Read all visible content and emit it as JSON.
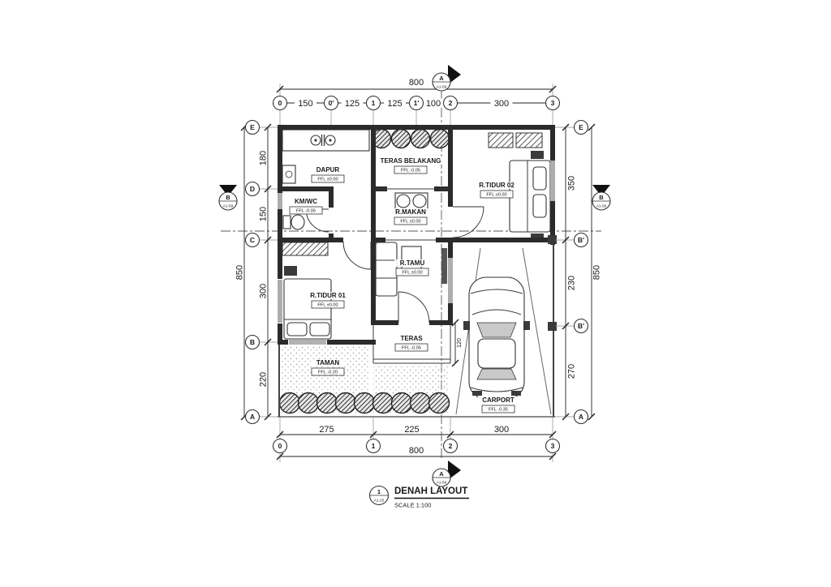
{
  "titleblock": {
    "number": "1",
    "sheet": "A1-25",
    "title": "DENAH LAYOUT",
    "scale": "SCALE 1:100"
  },
  "sections": {
    "a": {
      "letter": "A",
      "sheet": "A1-58"
    },
    "b": {
      "letter": "B",
      "sheet": "A1-59"
    }
  },
  "grid": {
    "top": [
      "0",
      "0'",
      "1",
      "1'",
      "2",
      "3"
    ],
    "bottom": [
      "0",
      "1",
      "2",
      "3"
    ],
    "left": [
      "E",
      "D",
      "C",
      "B",
      "A"
    ],
    "right": [
      "E",
      "B'",
      "B'",
      "A"
    ]
  },
  "dims": {
    "top": {
      "total": "800",
      "segments": [
        "150",
        "125",
        "125",
        "100",
        "300"
      ]
    },
    "bottom": {
      "total": "800",
      "segments": [
        "275",
        "225",
        "300"
      ]
    },
    "left": {
      "total": "850",
      "segments": [
        "180",
        "150",
        "300",
        "220"
      ]
    },
    "right": {
      "total": "850",
      "segments": [
        "350",
        "230",
        "270"
      ]
    },
    "teras_depth": "120"
  },
  "rooms": {
    "dapur": {
      "name": "DAPUR",
      "ffl": "FFL ±0.00"
    },
    "teras_belakang": {
      "name": "TERAS BELAKANG",
      "ffl": "FFL -0.05"
    },
    "r_tidur_02": {
      "name": "R.TIDUR 02",
      "ffl": "FFL ±0.00"
    },
    "km_wc": {
      "name": "KM/WC",
      "ffl": "FFL -0.05"
    },
    "r_makan": {
      "name": "R.MAKAN",
      "ffl": "FFL ±0.00"
    },
    "r_tamu": {
      "name": "R.TAMU",
      "ffl": "FFL ±0.00"
    },
    "r_tidur_01": {
      "name": "R.TIDUR 01",
      "ffl": "FFL ±0.00"
    },
    "teras": {
      "name": "TERAS",
      "ffl": "FFL -0.05"
    },
    "taman": {
      "name": "TAMAN",
      "ffl": "FFL -0.20"
    },
    "carport": {
      "name": "CARPORT",
      "ffl": "FFL -0.35"
    }
  }
}
